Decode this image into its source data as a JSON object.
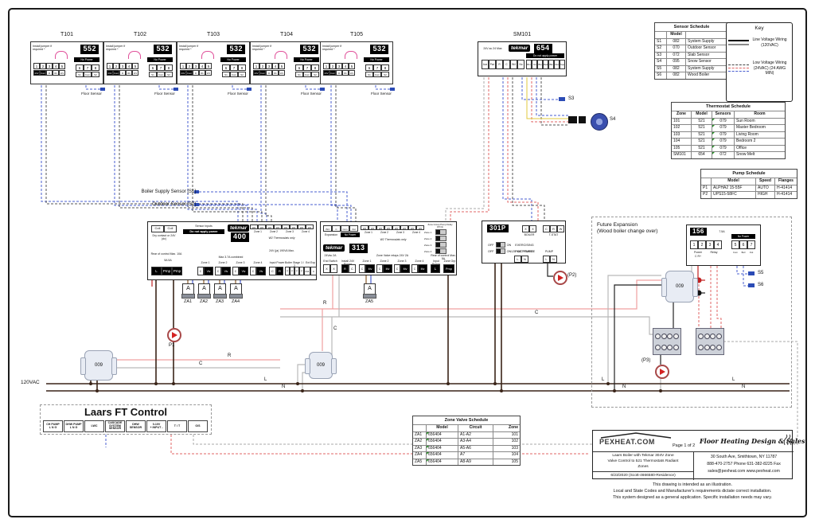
{
  "labels": {
    "voltage": "120VAC",
    "r": "R",
    "c": "C",
    "l": "L",
    "n": "N",
    "p1": "P1",
    "p2": "(P2)",
    "p3": "(P3)",
    "s3": "S3",
    "s4": "S4",
    "s5": "S5",
    "s6": "S6",
    "boiler_supply": "Boiler Supply Sensor [S1]",
    "outdoor": "Outdoor Sensor [S2]",
    "floor_sensor": "Floor Sensor",
    "actuator": "A",
    "pump009": "009",
    "za": [
      "ZA1",
      "ZA2",
      "ZA3",
      "ZA4",
      "ZA5"
    ]
  },
  "thermostats": [
    {
      "id": "T101",
      "model": "552"
    },
    {
      "id": "T102",
      "model": "532"
    },
    {
      "id": "T103",
      "model": "532"
    },
    {
      "id": "T104",
      "model": "532"
    },
    {
      "id": "T105",
      "model": "532"
    }
  ],
  "tstat": {
    "note": "Install jumper if required *",
    "no_power": "No Power",
    "left_terms": [
      "1",
      "2",
      "3",
      "4",
      "5"
    ],
    "left_subs": [
      "24V",
      "Com",
      "R",
      "Rb",
      "W1"
    ],
    "right_terms": [
      "6",
      "7",
      "8"
    ],
    "right_subs": [
      "S1",
      "Com",
      "S2"
    ]
  },
  "sm101": {
    "id": "SM101",
    "brand": "tekmar",
    "model": "654",
    "power_note": "24V ac 24 Max",
    "left_terms": [
      "Aux",
      "Pwr",
      "R",
      "C",
      "W4",
      "No"
    ],
    "bar": "Do not apply power",
    "right_terms": [
      "Brn",
      "Yel",
      "Blu",
      "Red",
      "Blk",
      "Out",
      "Sup"
    ]
  },
  "sensor_schedule": {
    "title": "Sensor Schedule",
    "model_hdr": "Model",
    "rows": [
      {
        "id": "S1",
        "model": "082",
        "name": "System Supply"
      },
      {
        "id": "S2",
        "model": "070",
        "name": "Outdoor Sensor"
      },
      {
        "id": "S3",
        "model": "072",
        "name": "Slab Sensor"
      },
      {
        "id": "S4",
        "model": "095",
        "name": "Snow Sensor"
      },
      {
        "id": "S5",
        "model": "082",
        "name": "System Supply"
      },
      {
        "id": "S6",
        "model": "082",
        "name": "Wood Boiler"
      }
    ]
  },
  "key": {
    "title": "Key",
    "line_voltage": "Line Voltage Wiring (120VAC)",
    "low_voltage": "Low Voltage Wiring (24VAC) (24 AWG MIN)"
  },
  "thermostat_schedule": {
    "title": "Thermostat Schedule",
    "headers": [
      "Zone",
      "Model",
      "Sensors",
      "Room"
    ],
    "rows": [
      {
        "zone": "101",
        "model": "521",
        "sensors": "079",
        "room": "Sun Room"
      },
      {
        "zone": "102",
        "model": "521",
        "sensors": "079",
        "room": "Master Bedroom"
      },
      {
        "zone": "103",
        "model": "521",
        "sensors": "079",
        "room": "Living Room"
      },
      {
        "zone": "104",
        "model": "521",
        "sensors": "079",
        "room": "Bedroom 2"
      },
      {
        "zone": "105",
        "model": "521",
        "sensors": "079",
        "room": "Office"
      },
      {
        "zone": "SM101",
        "model": "654",
        "sensors": "072",
        "room": "Snow Melt"
      }
    ]
  },
  "pump_schedule": {
    "title": "Pump Schedule",
    "headers": [
      "",
      "Model",
      "Speed",
      "Flanges"
    ],
    "rows": [
      {
        "id": "P1",
        "model": "ALPHA2 15-55F",
        "speed": "AUTO",
        "flanges": "H-41414"
      },
      {
        "id": "P2",
        "model": "UPS15-58FC",
        "speed": "HIGH",
        "flanges": "H-41414"
      }
    ]
  },
  "zone_valve_schedule": {
    "title": "Zone Valve Schedule",
    "headers": [
      "",
      "Model",
      "Circuit",
      "Zone"
    ],
    "rows": [
      {
        "id": "ZA1",
        "model": "656404",
        "circuit": "A1-A2",
        "zone": "101"
      },
      {
        "id": "ZA2",
        "model": "656404",
        "circuit": "A3-A4",
        "zone": "102"
      },
      {
        "id": "ZA3",
        "model": "656404",
        "circuit": "A5-A6",
        "zone": "103"
      },
      {
        "id": "ZA4",
        "model": "656404",
        "circuit": "A7",
        "zone": "104"
      },
      {
        "id": "ZA5",
        "model": "656404",
        "circuit": "A8-A9",
        "zone": "105"
      }
    ]
  },
  "ctrl400": {
    "brand": "tekmar",
    "model": "400",
    "coil_cells": [
      "Coil",
      "Coil"
    ],
    "coil_note": "Dry contact or 24V (dc)",
    "sensor_caption": "Sensor inputs",
    "sensor_bar": "Do not apply power",
    "w2_cells": [
      "W2",
      "W2",
      "W2",
      "W2",
      "W2",
      "W2",
      "W2",
      "W2"
    ],
    "zones": [
      "Zone 1",
      "Zone 2",
      "Zone 3",
      "Zone 4"
    ],
    "zones_note": "W2 Thermostats only",
    "power_note": "24V (ja) 190VA Max.",
    "rear_note": "Rear of control Max. 10A",
    "fuse_note": "5A   5A",
    "pump_terms": [
      "L",
      "Pmp",
      "Pmp"
    ],
    "combined_note": "Max 3.7A combined",
    "cv": [
      "C",
      "Vlv"
    ],
    "input_caption": "Input Power",
    "input_terms": [
      "C",
      "R"
    ],
    "boiler_caption": "Boiler Stage 1 / 2",
    "tt": [
      "T",
      "T",
      "T",
      "T"
    ],
    "ext_caption": "Ext Exp",
    "ext_terms": [
      "tN4",
      "C"
    ]
  },
  "ctrl313": {
    "brand": "tekmar",
    "model": "313",
    "top_terms": [
      "tN4",
      "C",
      "Com",
      "Out"
    ],
    "expansion": "Expansion",
    "no_power": "No Power",
    "w2_cells": [
      "W2",
      "W2",
      "W2",
      "W2",
      "W2",
      "W2",
      "W2",
      "W2"
    ],
    "zones": [
      "Zone 1",
      "Zone 2",
      "Zone 3",
      "Zone 4"
    ],
    "zones_note": "W2 Thermostats only",
    "dip_caption": "Zone Group Pump Delay",
    "dip_scale": "Off  On",
    "amp_note": "24Vac 2A",
    "relay_note": "Zone Valve relays 24V 2A",
    "end_caption": "End Switch",
    "end_terms": [
      "X",
      "X"
    ],
    "install_caption": "Install 24V Power",
    "rc": [
      "R",
      "C"
    ],
    "cmv": [
      "C",
      "Mv"
    ],
    "rear_note": "Rear of control Max. 5A",
    "input_caption": "Input Power",
    "l": "L",
    "grp_caption": "Zone Grp",
    "pmp": "Pmp"
  },
  "ctrl301p": {
    "model": "301P",
    "boiler_caption": "BOILER",
    "boiler_terms": [
      "X",
      "X"
    ],
    "tstat_caption": "T-STAT",
    "tstat_terms": [
      "C",
      "R",
      "W"
    ],
    "off": "OFF",
    "on": "ON",
    "sw1": "EXERCISING",
    "sw2": "POST PURGE",
    "power_caption": "120 VAC POWER",
    "pump_caption": "PUMP",
    "ln": [
      "L",
      "N"
    ]
  },
  "ctrl156": {
    "model": "156",
    "fuse": "7.5A",
    "left_terms": [
      "1",
      "2",
      "3",
      "4"
    ],
    "power_caption": "Power",
    "power_sub": "C  R+",
    "relay_caption": "Relay",
    "no_power": "No Power",
    "right_terms": [
      "5",
      "6",
      "7"
    ],
    "right_subs": [
      "Com",
      "Boil",
      "Out"
    ]
  },
  "future": {
    "line1": "Future Expansion",
    "line2": "(Wood boiler change over)"
  },
  "laars": {
    "title": "Laars FT Control",
    "groups": [
      {
        "top": "CH PUMP",
        "bottom": "L  N  G"
      },
      {
        "top": "DHW PUMP",
        "bottom": "L  N  G"
      },
      {
        "top": "LWC",
        "bottom": ""
      },
      {
        "top": "CASCADE SYSTEM SENSOR",
        "bottom": ""
      },
      {
        "top": "DHW SENSOR",
        "bottom": ""
      },
      {
        "top": "0-10V",
        "bottom": "+ INPUT -"
      },
      {
        "top": "T / T",
        "bottom": ""
      },
      {
        "top": "O/S",
        "bottom": ""
      }
    ]
  },
  "title_block": {
    "logo": "PEXHEAT.COM",
    "page": "Page 1 of 2",
    "tagline": "Floor Heating Design & Sales",
    "project": [
      "Laars Boiler with Tekmar 304V Zone",
      "Valve Control to 521 Thermostats Radiant",
      "Zones",
      "6/23/2020 (Scott-4666580-Residence)"
    ],
    "contact": [
      "30 South Ave, Smithtown, NY 11787",
      "888-470-2757 Phone 631-382-8225 Fax",
      "sales@pexheat.com www.pexheat.com"
    ],
    "disclaimer": [
      "This drawing is intended as an illustration.",
      "Local and State Codes and Manufacturer's requirements dictate correct installation.",
      "This system designed as a general application. Specific installation needs may vary."
    ]
  }
}
